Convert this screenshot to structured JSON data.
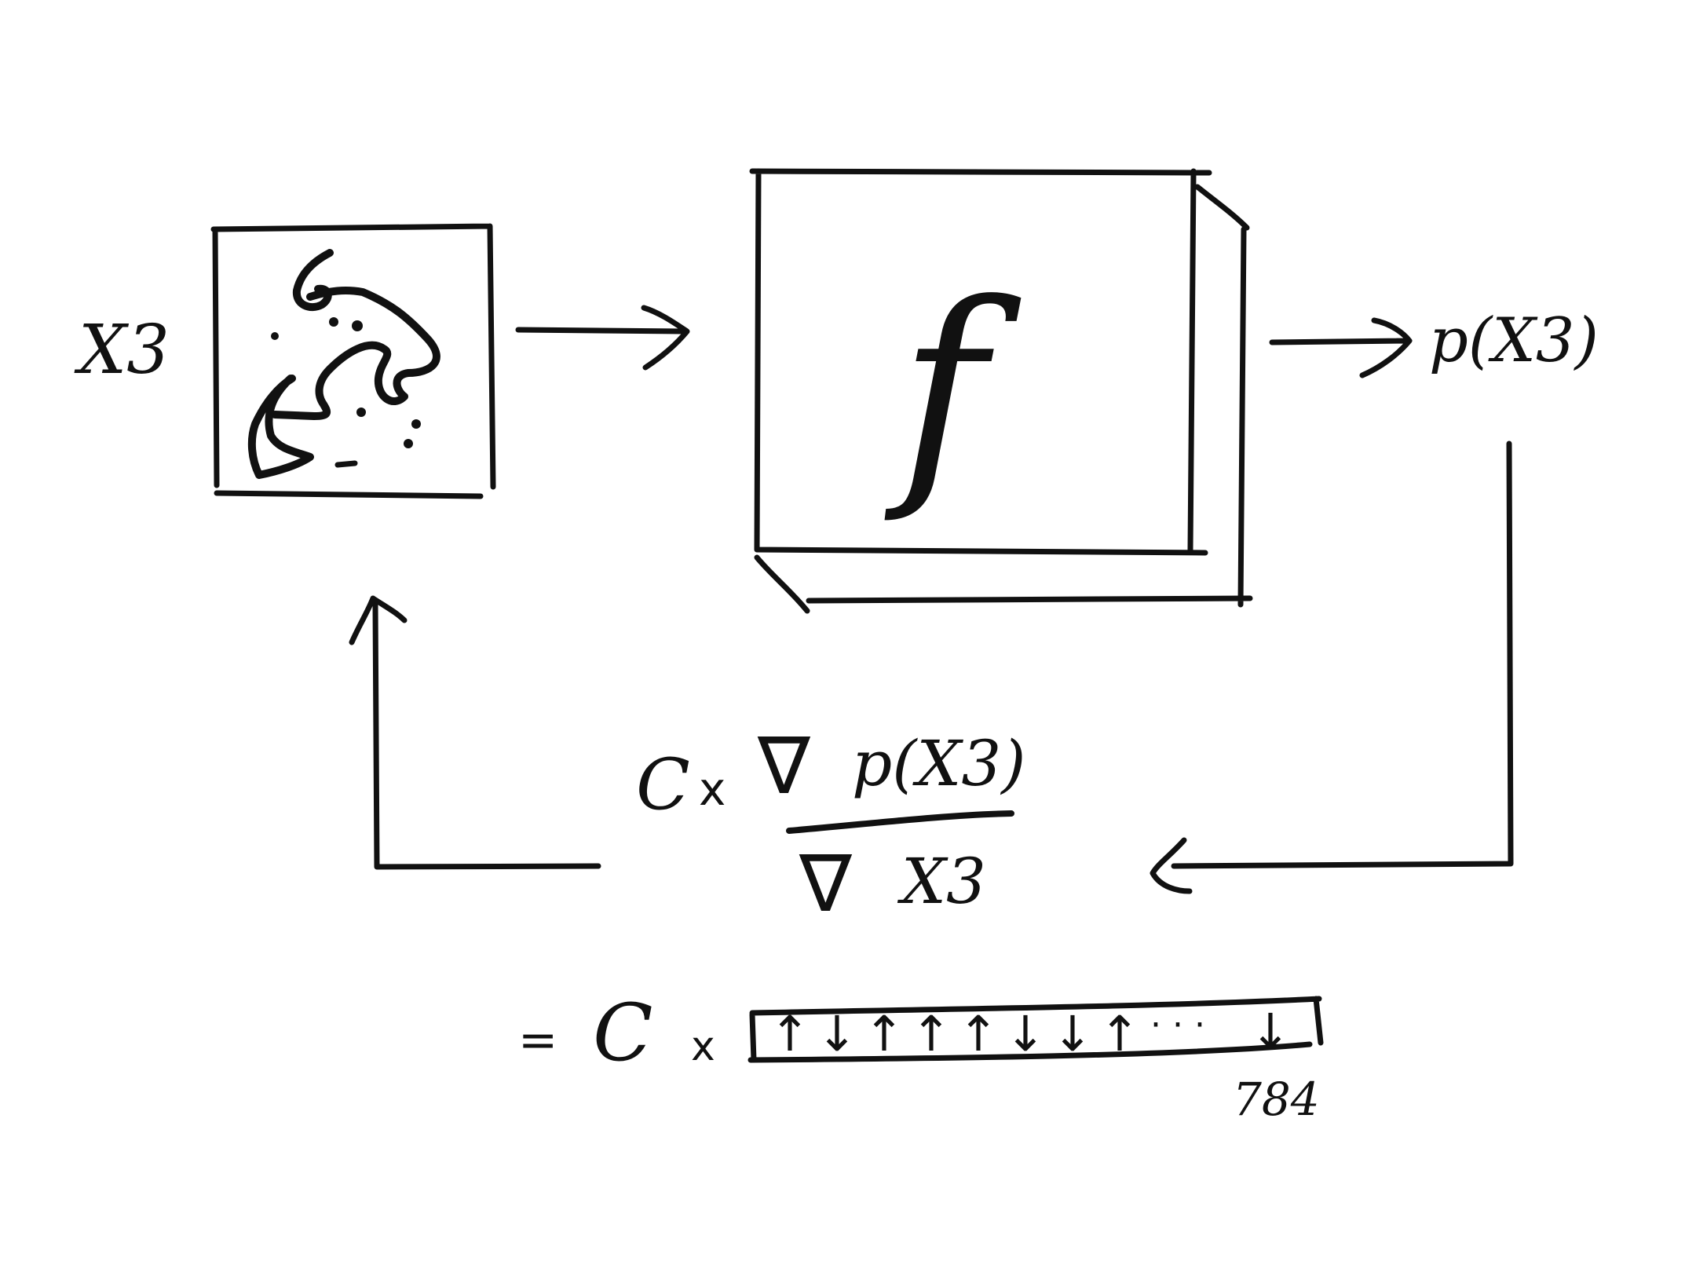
{
  "diagram": {
    "input_label": "X3",
    "function_label": "f",
    "output_label": "p(X3)",
    "gradient": {
      "coefficient": "C",
      "times": "x",
      "nabla": "∇",
      "numerator": "p(X3)",
      "denominator": "X3"
    },
    "expansion": {
      "equals": "=",
      "coefficient": "C",
      "times": "x",
      "vector_entries": [
        "↑",
        "↓",
        "↑",
        "↑",
        "↑",
        "↓",
        "↓",
        "↑"
      ],
      "ellipsis": "· · ·",
      "last_entry": "↓",
      "length_label": "784"
    },
    "image_icon": "noisy-digit-sketch",
    "ink_color": "#111111"
  }
}
